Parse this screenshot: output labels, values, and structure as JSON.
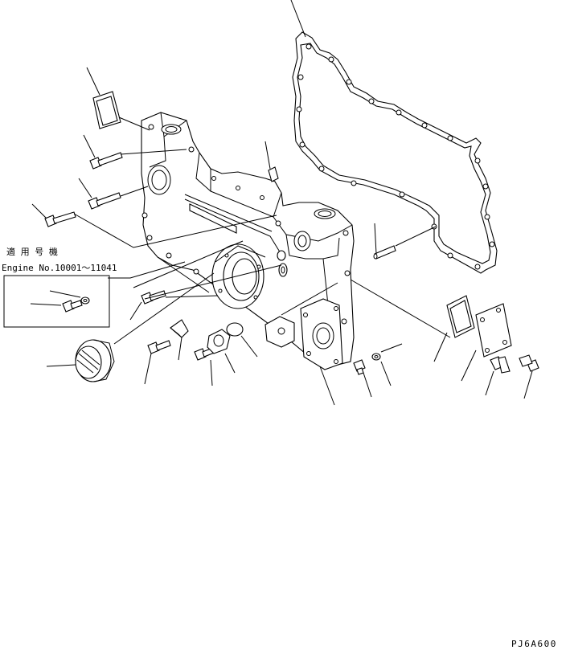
{
  "notes": {
    "applicable_serial_jp": "適 用 号 機",
    "applicable_serial_en": "Engine No.10001～11041"
  },
  "drawing_code": "PJ6A600"
}
